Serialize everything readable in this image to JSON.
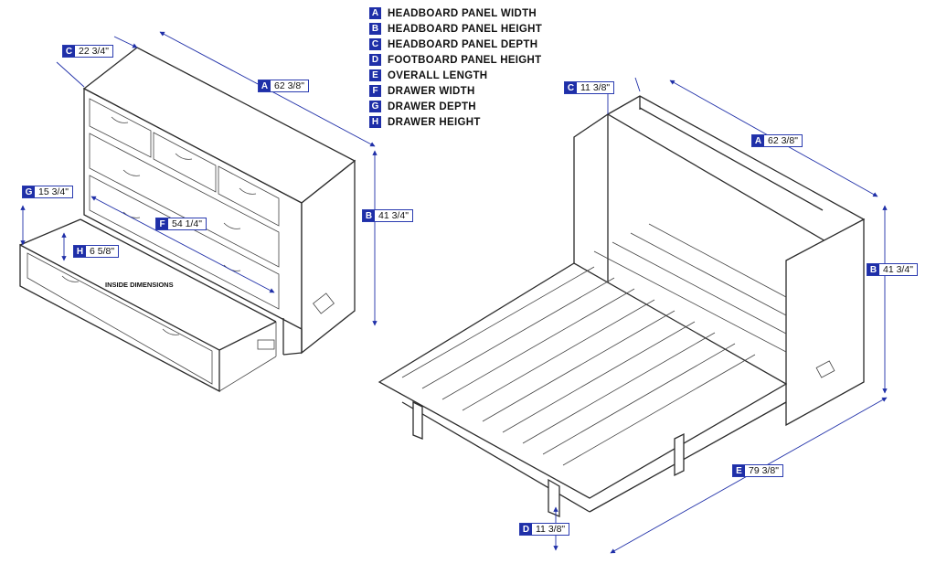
{
  "legend": [
    {
      "key": "A",
      "label": "HEADBOARD PANEL WIDTH"
    },
    {
      "key": "B",
      "label": "HEADBOARD PANEL HEIGHT"
    },
    {
      "key": "C",
      "label": "HEADBOARD PANEL DEPTH"
    },
    {
      "key": "D",
      "label": "FOOTBOARD PANEL HEIGHT"
    },
    {
      "key": "E",
      "label": "OVERALL LENGTH"
    },
    {
      "key": "F",
      "label": "DRAWER WIDTH"
    },
    {
      "key": "G",
      "label": "DRAWER DEPTH"
    },
    {
      "key": "H",
      "label": "DRAWER HEIGHT"
    }
  ],
  "left_cabinet": {
    "dims": {
      "C": {
        "key": "C",
        "value": "22 3/4\""
      },
      "A": {
        "key": "A",
        "value": "62 3/8\""
      },
      "B": {
        "key": "B",
        "value": "41 3/4\""
      },
      "G": {
        "key": "G",
        "value": "15 3/4\""
      },
      "F": {
        "key": "F",
        "value": "54 1/4\""
      },
      "H": {
        "key": "H",
        "value": "6 5/8\""
      }
    },
    "inside_label": "INSIDE DIMENSIONS"
  },
  "right_bed": {
    "dims": {
      "C": {
        "key": "C",
        "value": "11 3/8\""
      },
      "A": {
        "key": "A",
        "value": "62 3/8\""
      },
      "B": {
        "key": "B",
        "value": "41 3/4\""
      },
      "E": {
        "key": "E",
        "value": "79 3/8\""
      },
      "D": {
        "key": "D",
        "value": "11 3/8\""
      }
    }
  }
}
